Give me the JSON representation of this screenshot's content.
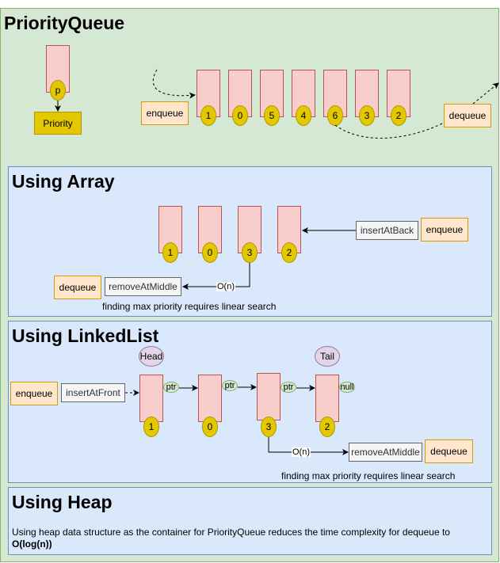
{
  "colors": {
    "outer_fill": "#d5e8d4",
    "panel_fill": "#dae8fc",
    "cell_fill": "#f8cecc",
    "priority_fill": "#e3c800",
    "operation_fill": "#ffe6cc",
    "function_fill": "#f5f5f5",
    "pointer_fill": "#d5e8d4",
    "marker_fill": "#e1d5e7"
  },
  "overview": {
    "title": "PriorityQueue",
    "element_priority_label": "p",
    "element_type_label": "Priority",
    "enqueue_label": "enqueue",
    "dequeue_label": "dequeue",
    "queue_priorities": [
      "1",
      "0",
      "5",
      "4",
      "6",
      "3",
      "2"
    ]
  },
  "array_section": {
    "title": "Using Array",
    "priorities": [
      "1",
      "0",
      "3",
      "2"
    ],
    "insert_function": "insertAtBack",
    "enqueue_label": "enqueue",
    "remove_function": "removeAtMiddle",
    "dequeue_label": "dequeue",
    "complexity_label": "O(n)",
    "note": "finding max priority requires linear search"
  },
  "linkedlist_section": {
    "title": "Using LinkedList",
    "head_label": "Head",
    "tail_label": "Tail",
    "priorities": [
      "1",
      "0",
      "3",
      "2"
    ],
    "pointer_labels": [
      "ptr",
      "ptr",
      "ptr",
      "null"
    ],
    "insert_function": "insertAtFront",
    "enqueue_label": "enqueue",
    "remove_function": "removeAtMiddle",
    "dequeue_label": "dequeue",
    "complexity_label": "O(n)",
    "note": "finding max priority requires linear search"
  },
  "heap_section": {
    "title": "Using Heap",
    "description": "Using heap data structure as the container for PriorityQueue reduces the time complexity for dequeue to",
    "complexity": "O(log(n))"
  }
}
